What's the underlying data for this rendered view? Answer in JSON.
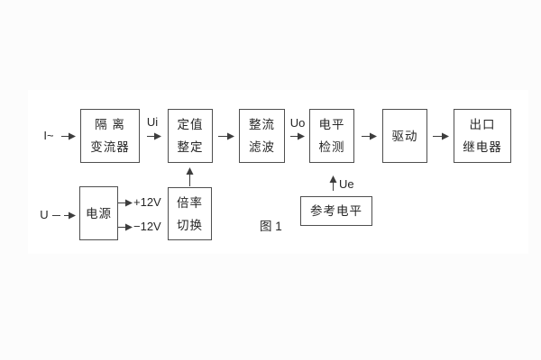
{
  "figure": {
    "caption": "图 1",
    "blocks": {
      "isolation": {
        "line1": "隔 离",
        "line2": "变流器"
      },
      "setting": {
        "line1": "定值",
        "line2": "整定"
      },
      "rectifier": {
        "line1": "整流",
        "line2": "滤波"
      },
      "level_detect": {
        "line1": "电平",
        "line2": "检测"
      },
      "drive": {
        "line1": "驱动"
      },
      "output_relay": {
        "line1": "出口",
        "line2": "继电器"
      },
      "power": {
        "line1": "电源"
      },
      "ratio_switch": {
        "line1": "倍率",
        "line2": "切换"
      },
      "reference_level": {
        "line1": "参考电平"
      }
    },
    "signals": {
      "input_current": "I~",
      "ui": "Ui",
      "uo": "Uo",
      "input_voltage": "U",
      "plus_12v": "+12V",
      "minus_12v": "−12V",
      "ue": "Ue"
    },
    "colors": {
      "line": "#3d3d3d",
      "text": "#262626",
      "canvas_bg": "#ffffff",
      "page_bg": "#fcfcfc"
    }
  }
}
